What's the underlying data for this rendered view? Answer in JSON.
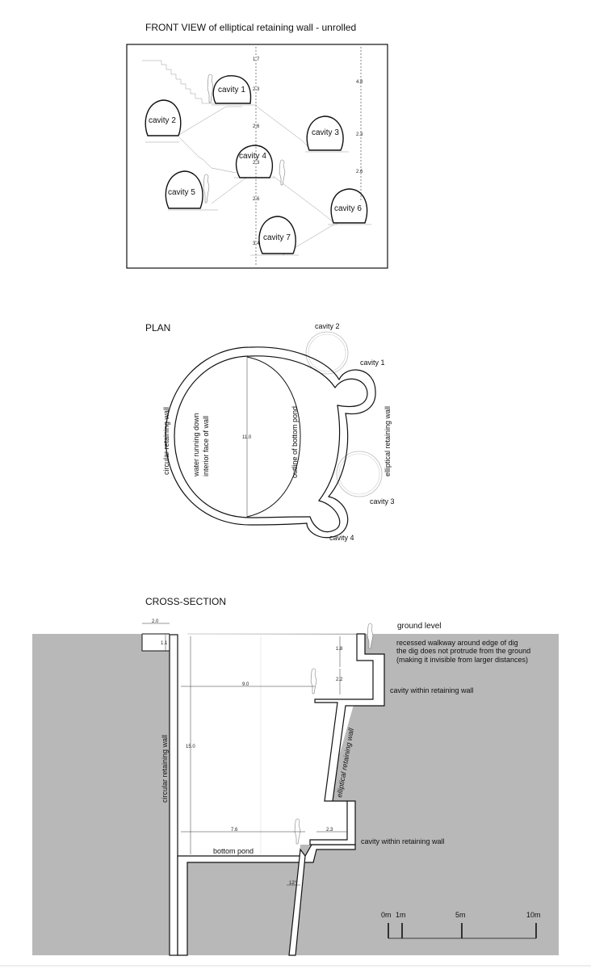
{
  "front_view": {
    "title": "FRONT VIEW of elliptical retaining wall - unrolled",
    "cavities": [
      "cavity 1",
      "cavity 2",
      "cavity 3",
      "cavity 4",
      "cavity 5",
      "cavity 6",
      "cavity 7"
    ],
    "center_dims": [
      "1.7",
      "2.3",
      "2.6",
      "2.3",
      "2.6",
      "3.4"
    ],
    "right_dims": [
      "4.8",
      "2.3",
      "2.6"
    ]
  },
  "plan": {
    "title": "PLAN",
    "labels": {
      "cavity1": "cavity 1",
      "cavity2": "cavity 2",
      "cavity3": "cavity 3",
      "cavity4": "cavity 4",
      "circular_wall": "circular retaining wall",
      "water_line1": "water running down",
      "water_line2": "interior face of wall",
      "diameter": "11.0",
      "pond_outline": "outline of bottom pond",
      "elliptical_wall": "elliptical retaining wall"
    }
  },
  "cross_section": {
    "title": "CROSS-SECTION",
    "labels": {
      "ground_level": "ground level",
      "walkway_1": "recessed walkway around edge of dig",
      "walkway_2": "the dig does not protrude from the ground",
      "walkway_3": "(making it invisible from larger distances)",
      "cavity_upper": "cavity within retaining wall",
      "cavity_lower": "cavity within retaining wall",
      "circular_wall": "circular retaining wall",
      "elliptical_wall": "elliptical retaining wall",
      "bottom_pond": "bottom pond"
    },
    "dims": {
      "top_width": "2.0",
      "top_depth": "1.1",
      "walkway_depth": "1.8",
      "cavity_gap": "2.2",
      "span_upper": "9.0",
      "depth_total": "15.0",
      "span_lower": "7.6",
      "cavity_depth": "2.3",
      "angle": "12°"
    },
    "scale_bar": [
      "0m",
      "1m",
      "5m",
      "10m"
    ]
  }
}
